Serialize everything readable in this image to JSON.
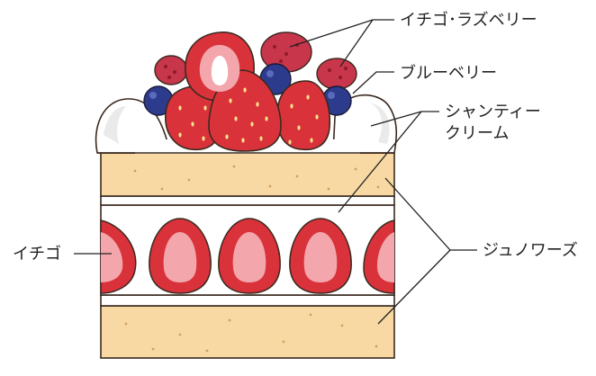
{
  "labels": {
    "strawberry_raspberry": "イチゴ･ラズベリー",
    "blueberry": "ブルーベリー",
    "chantilly_line1": "シャンティー",
    "chantilly_line2": "クリーム",
    "strawberry": "イチゴ",
    "genoise": "ジュノワーズ"
  },
  "colors": {
    "sponge": "#f8d9a3",
    "cream": "#ffffff",
    "strawberry": "#d9323a",
    "strawberry_dark": "#a91d27",
    "strawberry_inner": "#f3a7ad",
    "raspberry": "#c7364a",
    "blueberry": "#2c3b8c",
    "outline": "#3a2a20",
    "leader_line": "#222222"
  }
}
